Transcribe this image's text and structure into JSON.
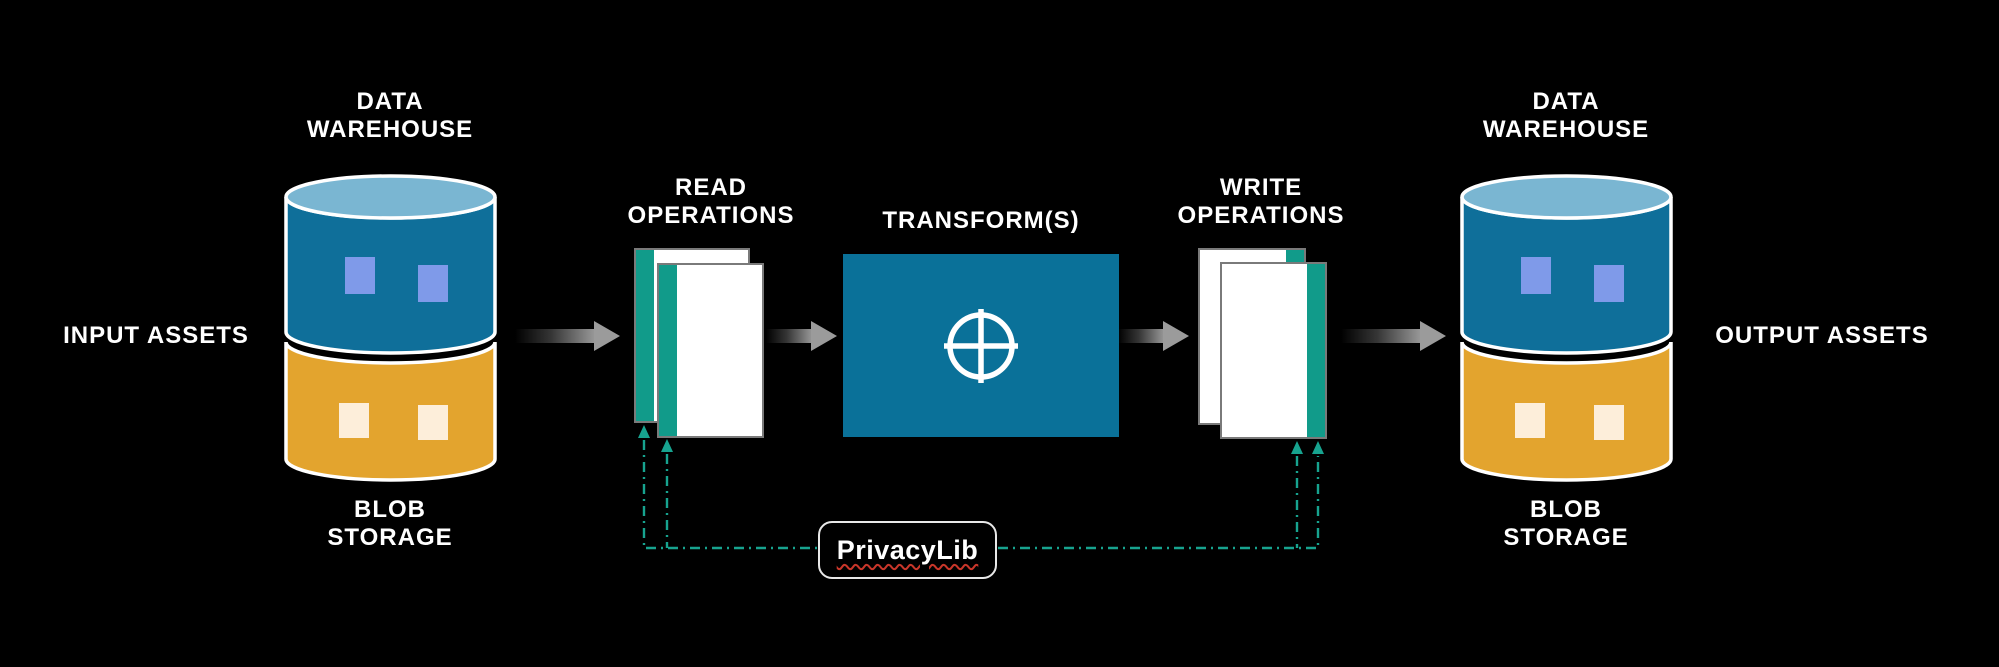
{
  "colors": {
    "background": "#000000",
    "cylinder_blue": "#0f6f9a",
    "cylinder_top_blue": "#7ab6d2",
    "cylinder_orange": "#e3a42e",
    "square_blue": "#7f9ae9",
    "square_cream": "#fdeeda",
    "transform_blue": "#0a7199",
    "doc_teal": "#119b8a",
    "connector_teal": "#17a38f",
    "arrow_gray": "#9b9b9b",
    "card_border": "#7a7a7a",
    "privacylib_border": "#e8e8e8",
    "underline_red": "#c9362a",
    "outline_white": "#ffffff"
  },
  "diagram": {
    "source": {
      "top_label": "DATA\nWAREHOUSE",
      "bottom_label": "BLOB\nSTORAGE",
      "side_label": "INPUT ASSETS"
    },
    "read": {
      "label": "READ\nOPERATIONS"
    },
    "transform": {
      "label": "TRANSFORM(S)"
    },
    "write": {
      "label": "WRITE\nOPERATIONS"
    },
    "privacy": {
      "label": "PrivacyLib"
    },
    "sink": {
      "top_label": "DATA\nWAREHOUSE",
      "bottom_label": "BLOB\nSTORAGE",
      "side_label": "OUTPUT ASSETS"
    }
  }
}
